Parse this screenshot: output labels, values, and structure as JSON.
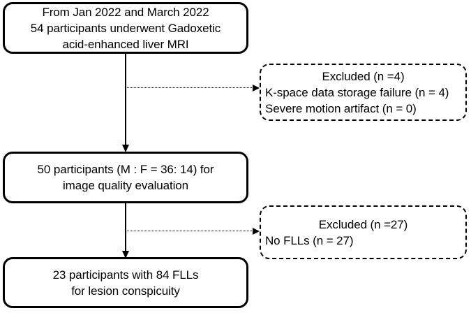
{
  "flow": {
    "nodes": [
      {
        "id": "enrolled",
        "lines": [
          "From Jan 2022 and March 2022",
          "54 participants underwent Gadoxetic",
          "acid-enhanced liver MRI"
        ]
      },
      {
        "id": "quality",
        "lines": [
          "50 participants (M : F = 36: 14) for",
          "image quality evaluation"
        ]
      },
      {
        "id": "final",
        "lines": [
          "23 participants with 84 FLLs",
          "for lesion conspicuity"
        ]
      }
    ],
    "exclusions": [
      {
        "id": "excluded-1",
        "title": "Excluded (n =4)",
        "reasons": [
          "K-space data storage failure (n = 4)",
          "Severe motion artifact (n = 0)"
        ]
      },
      {
        "id": "excluded-2",
        "title": "Excluded (n =27)",
        "reasons": [
          "No FLLs (n = 27)"
        ]
      }
    ]
  },
  "style": {
    "stroke_color": "#000000",
    "background_color": "#ffffff"
  }
}
